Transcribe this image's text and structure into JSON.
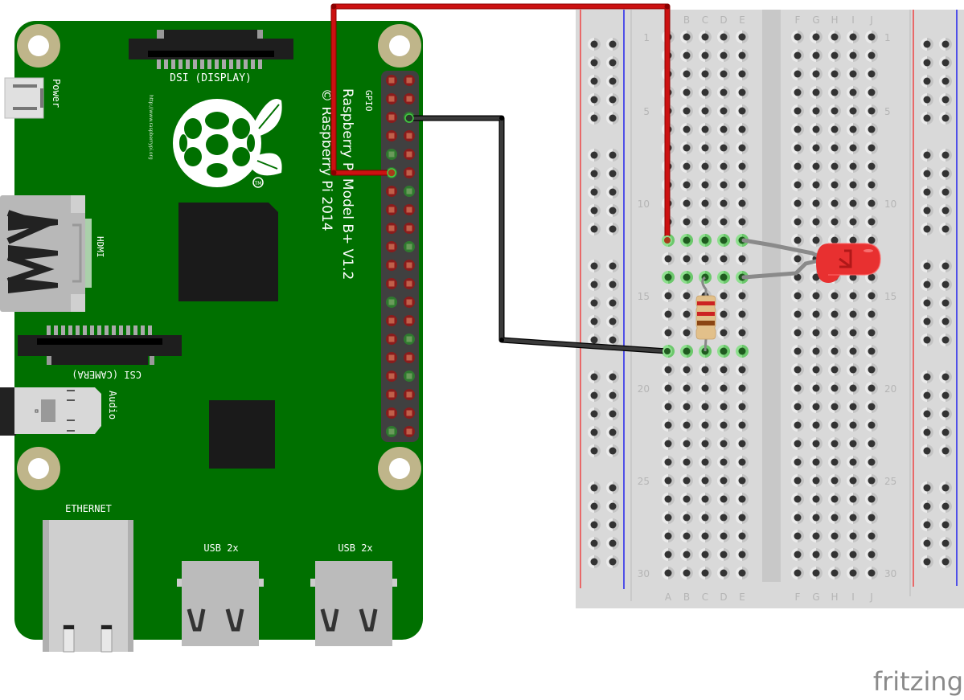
{
  "board": {
    "name": "Raspberry Pi Model B+ V1.2",
    "title_label": "Raspberry Pi Model B+ V1.2",
    "copyright_label": "© Raspberry Pi 2014",
    "url_label": "http://www.raspberrypi.org",
    "gpio_label": "GPIO",
    "power_label": "Power",
    "hdmi_label": "HDMI",
    "dsi_label": "DSI (DISPLAY)",
    "csi_label": "CSI (CAMERA)",
    "audio_label": "Audio",
    "ethernet_label": "ETHERNET",
    "usb1_label": "USB 2x",
    "usb2_label": "USB 2x",
    "tm_label": "TM",
    "gpio_rows": 20,
    "gpio_ground_pins": [
      [
        5,
        1
      ],
      [
        7,
        2
      ],
      [
        10,
        2
      ],
      [
        13,
        1
      ],
      [
        15,
        2
      ],
      [
        17,
        2
      ],
      [
        20,
        1
      ]
    ],
    "gpio_connected_pins": [
      [
        6,
        1
      ],
      [
        3,
        2
      ]
    ],
    "colors": {
      "pcb": "#007000",
      "header": "#404040",
      "pin_red": "#b22222",
      "pin_green": "#3a8a3a",
      "mount": "#bfb58a",
      "chip": "#1a1a1a",
      "connector": "#c8c8c8"
    }
  },
  "breadboard": {
    "columns_left": [
      "A",
      "B",
      "C",
      "D",
      "E"
    ],
    "columns_right": [
      "F",
      "G",
      "H",
      "I",
      "J"
    ],
    "row_count": 30,
    "row_labels": [
      "1",
      "5",
      "10",
      "15",
      "20",
      "25",
      "30"
    ],
    "highlighted_rows": [
      12,
      14,
      18
    ],
    "colors": {
      "body": "#d9d9d9",
      "hole": "#333333",
      "highlight": "#8ee08e",
      "rail_red": "#ee4444",
      "rail_blue": "#2222ee",
      "label": "#b5b5b5"
    }
  },
  "components": {
    "led": {
      "name": "red-led",
      "color": "#e83030",
      "anode_row": 12,
      "cathode_row": 14,
      "column": "E"
    },
    "resistor": {
      "name": "resistor",
      "bands": [
        "#cc2222",
        "#cc2222",
        "#8b4513"
      ],
      "from_row": 14,
      "to_row": 18,
      "column": "C"
    }
  },
  "wires": [
    {
      "name": "red-wire",
      "color": "#cc1111",
      "from": "GPIO pin row 6 left",
      "to": "breadboard A12"
    },
    {
      "name": "black-wire",
      "color": "#222222",
      "from": "GPIO pin row 3 right",
      "to": "breadboard A18"
    }
  ],
  "logo": {
    "text": "fritzing",
    "color": "#8a8a8a"
  }
}
